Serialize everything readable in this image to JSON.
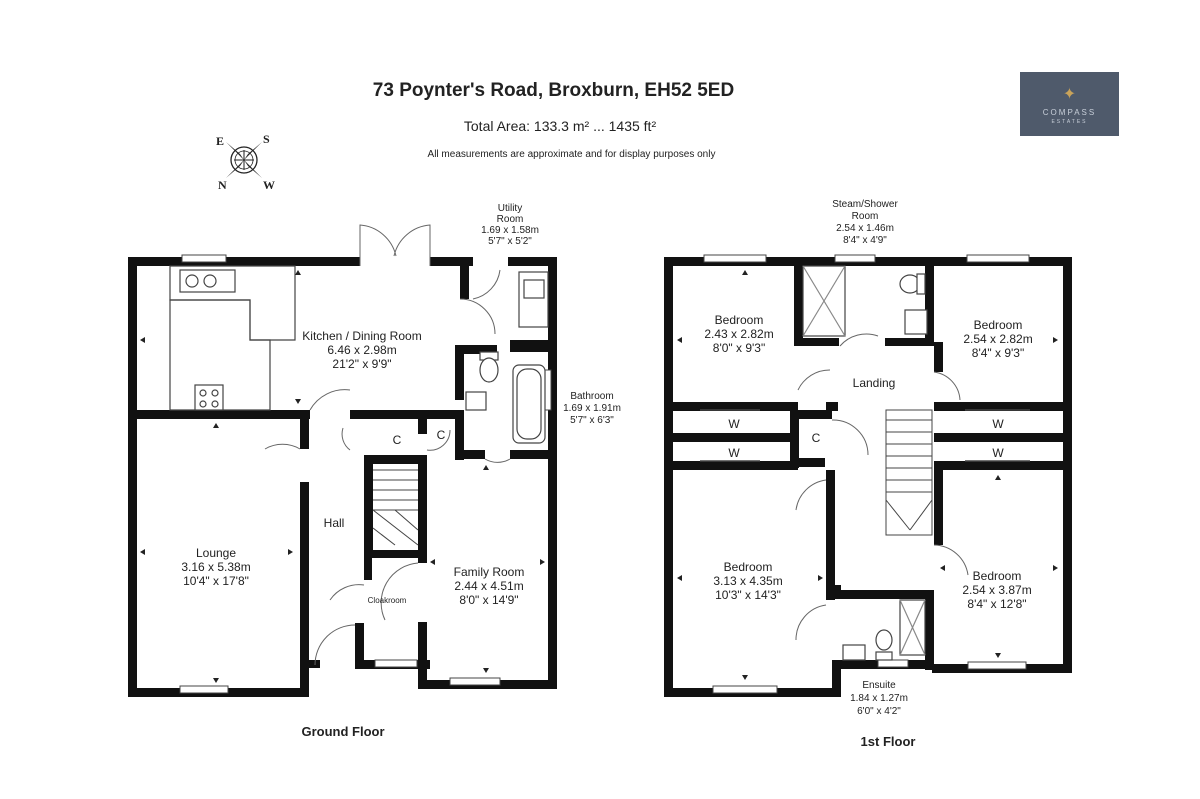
{
  "header": {
    "title": "73 Poynter's Road, Broxburn, EH52 5ED",
    "total_area": "Total Area: 133.3 m² ... 1435 ft²",
    "disclaimer": "All measurements are approximate and for display purposes only"
  },
  "logo": {
    "brand": "COMPASS",
    "sub": "ESTATES",
    "icon": "compass-star-icon"
  },
  "compass": {
    "e": "E",
    "s": "S",
    "n": "N",
    "w": "W",
    "icon": "compass-rose-icon"
  },
  "ground_floor": {
    "label": "Ground Floor",
    "rooms": {
      "kitchen": {
        "name": "Kitchen / Dining Room",
        "metric": "6.46 x 2.98m",
        "imperial": "21'2\" x 9'9\""
      },
      "utility": {
        "name1": "Utility",
        "name2": "Room",
        "metric": "1.69 x 1.58m",
        "imperial": "5'7\" x 5'2\""
      },
      "bathroom": {
        "name": "Bathroom",
        "metric": "1.69 x 1.91m",
        "imperial": "5'7\" x 6'3\""
      },
      "lounge": {
        "name": "Lounge",
        "metric": "3.16 x 5.38m",
        "imperial": "10'4\" x 17'8\""
      },
      "hall": {
        "name": "Hall"
      },
      "family": {
        "name": "Family Room",
        "metric": "2.44 x 4.51m",
        "imperial": "8'0\" x 14'9\""
      },
      "cloakroom": {
        "name": "Cloakroom"
      },
      "cupboard1": "C",
      "cupboard2": "C"
    }
  },
  "first_floor": {
    "label": "1st Floor",
    "rooms": {
      "steam": {
        "name1": "Steam/Shower",
        "name2": "Room",
        "metric": "2.54 x 1.46m",
        "imperial": "8'4\" x 4'9\""
      },
      "bed_nw": {
        "name": "Bedroom",
        "metric": "2.43 x 2.82m",
        "imperial": "8'0\" x 9'3\""
      },
      "bed_ne": {
        "name": "Bedroom",
        "metric": "2.54 x 2.82m",
        "imperial": "8'4\" x 9'3\""
      },
      "landing": {
        "name": "Landing"
      },
      "bed_sw": {
        "name": "Bedroom",
        "metric": "3.13 x 4.35m",
        "imperial": "10'3\" x 14'3\""
      },
      "bed_se": {
        "name": "Bedroom",
        "metric": "2.54 x 3.87m",
        "imperial": "8'4\" x 12'8\""
      },
      "ensuite": {
        "name": "Ensuite",
        "metric": "1.84 x 1.27m",
        "imperial": "6'0\" x 4'2\""
      },
      "wardrobe": "W",
      "cupboard": "C"
    }
  }
}
